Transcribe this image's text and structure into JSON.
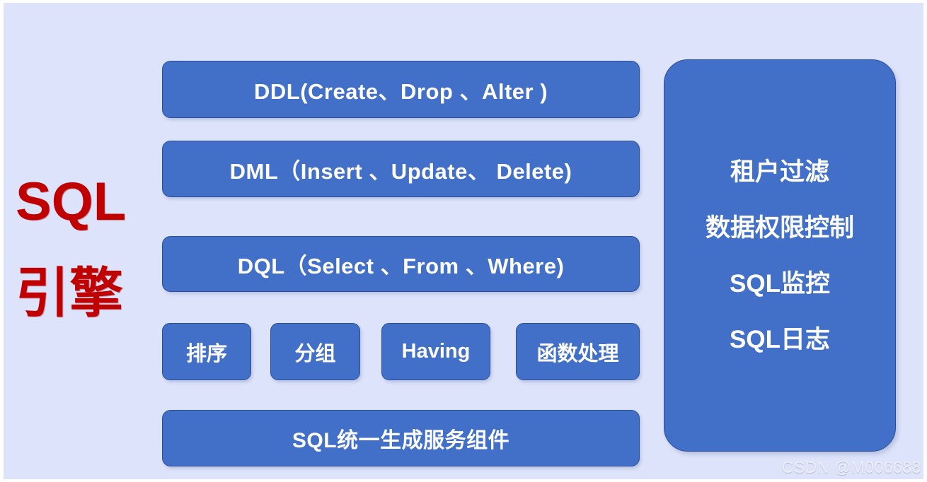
{
  "colors": {
    "slide_background": "#DDE3FA",
    "box_blue": "#4270C8",
    "box_border": "#2B4F96",
    "title_red": "#C00000",
    "box_text": "#FFFFFF"
  },
  "side_title": {
    "line1": "SQL",
    "line2": "引擎"
  },
  "sql_layers": [
    {
      "id": "ddl",
      "label": "DDL(Create、Drop 、Alter )"
    },
    {
      "id": "dml",
      "label": "DML（Insert 、Update、 Delete)"
    },
    {
      "id": "dql",
      "label": "DQL（Select 、From 、Where)"
    }
  ],
  "clause_boxes": [
    {
      "id": "sort",
      "label": "排序"
    },
    {
      "id": "group",
      "label": "分组"
    },
    {
      "id": "having",
      "label": "Having"
    },
    {
      "id": "func",
      "label": "函数处理"
    }
  ],
  "generator": {
    "label": "SQL统一生成服务组件"
  },
  "right_panel": {
    "items": [
      {
        "id": "tenant-filter",
        "label": "租户过滤"
      },
      {
        "id": "data-permission",
        "label": "数据权限控制"
      },
      {
        "id": "sql-monitor",
        "label": "SQL监控"
      },
      {
        "id": "sql-log",
        "label": "SQL日志"
      }
    ]
  },
  "watermark": {
    "text": "CSDN @M006688"
  }
}
